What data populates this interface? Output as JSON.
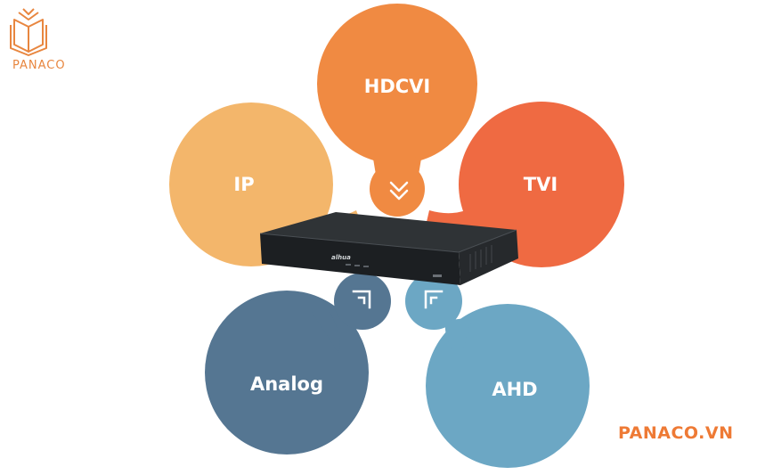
{
  "brand": {
    "logo_text": "PANACO",
    "url": "PANACO.VN"
  },
  "bubbles": {
    "hdcvi": {
      "label": "HDCVI",
      "color": "#f08a42"
    },
    "ip": {
      "label": "IP",
      "color": "#f3b66b"
    },
    "tvi": {
      "label": "TVI",
      "color": "#ef6a42"
    },
    "analog": {
      "label": "Analog",
      "color": "#557692"
    },
    "ahd": {
      "label": "AHD",
      "color": "#6ca7c4"
    }
  },
  "device": {
    "brand_mark": "alhua"
  },
  "icons": {
    "hdcvi": "double-chevron-down-icon",
    "analog": "corner-arrow-up-right-icon",
    "ahd": "corner-arrow-up-left-icon"
  }
}
